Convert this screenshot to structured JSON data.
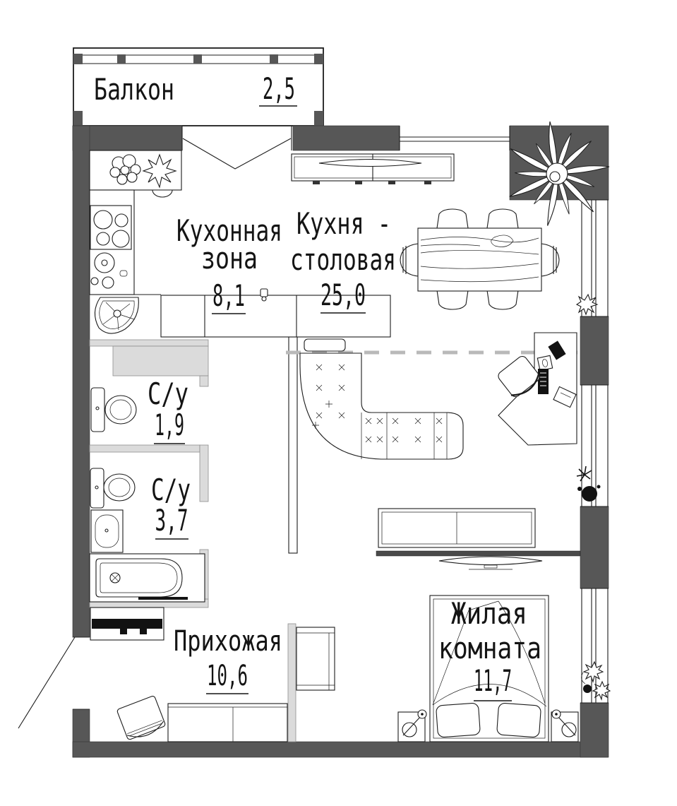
{
  "plan": {
    "type": "apartment-floor-plan",
    "rooms": [
      {
        "id": "balcony",
        "line1": "Балкон",
        "area": "2,5"
      },
      {
        "id": "kitchen_zone",
        "line1": "Кухонная",
        "line2": "зона",
        "area": "8,1"
      },
      {
        "id": "kitchen_dining",
        "line1": "Кухня -",
        "line2": "столовая",
        "area": "25,0"
      },
      {
        "id": "wc_small",
        "line1": "С/у",
        "area": "1,9"
      },
      {
        "id": "wc_large",
        "line1": "С/у",
        "area": "3,7"
      },
      {
        "id": "hallway",
        "line1": "Прихожая",
        "area": "10,6"
      },
      {
        "id": "living_room",
        "line1": "Жилая",
        "line2": "комната",
        "area": "11,7"
      }
    ],
    "colors": {
      "wall": "#575757",
      "partition": "#dbdbdb",
      "zone_divider_dashed": "#b9b9b9",
      "line": "#1c1c1c",
      "text": "#141414"
    }
  }
}
